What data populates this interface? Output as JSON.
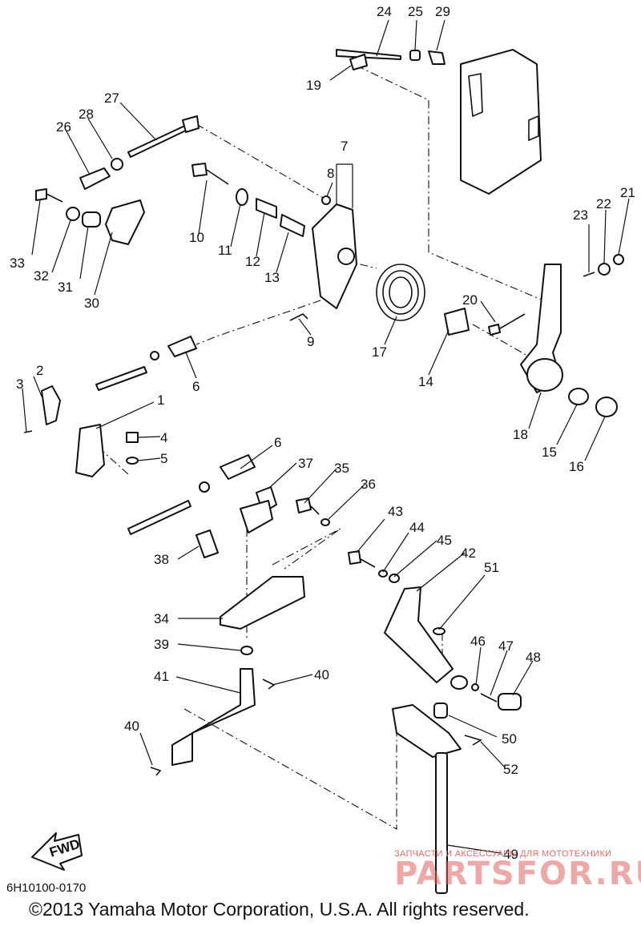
{
  "diagram": {
    "drawing_code": "6H10100-0170",
    "copyright": "©2013 Yamaha Motor Corporation, U.S.A. All rights reserved.",
    "arrow_label": "FWD",
    "watermark_line1": "ЗАПЧАСТИ И АКСЕССУАРЫ ДЛЯ МОТОТЕХНИКИ",
    "watermark_logo": "PARTSFOR.RU",
    "callouts": [
      "1",
      "2",
      "3",
      "4",
      "5",
      "6",
      "6",
      "7",
      "8",
      "9",
      "10",
      "11",
      "12",
      "13",
      "14",
      "15",
      "16",
      "17",
      "18",
      "19",
      "20",
      "21",
      "22",
      "23",
      "24",
      "25",
      "26",
      "27",
      "28",
      "29",
      "30",
      "31",
      "32",
      "33",
      "34",
      "35",
      "36",
      "37",
      "38",
      "39",
      "40",
      "40",
      "41",
      "42",
      "43",
      "44",
      "45",
      "46",
      "47",
      "48",
      "49",
      "50",
      "51",
      "52"
    ]
  }
}
